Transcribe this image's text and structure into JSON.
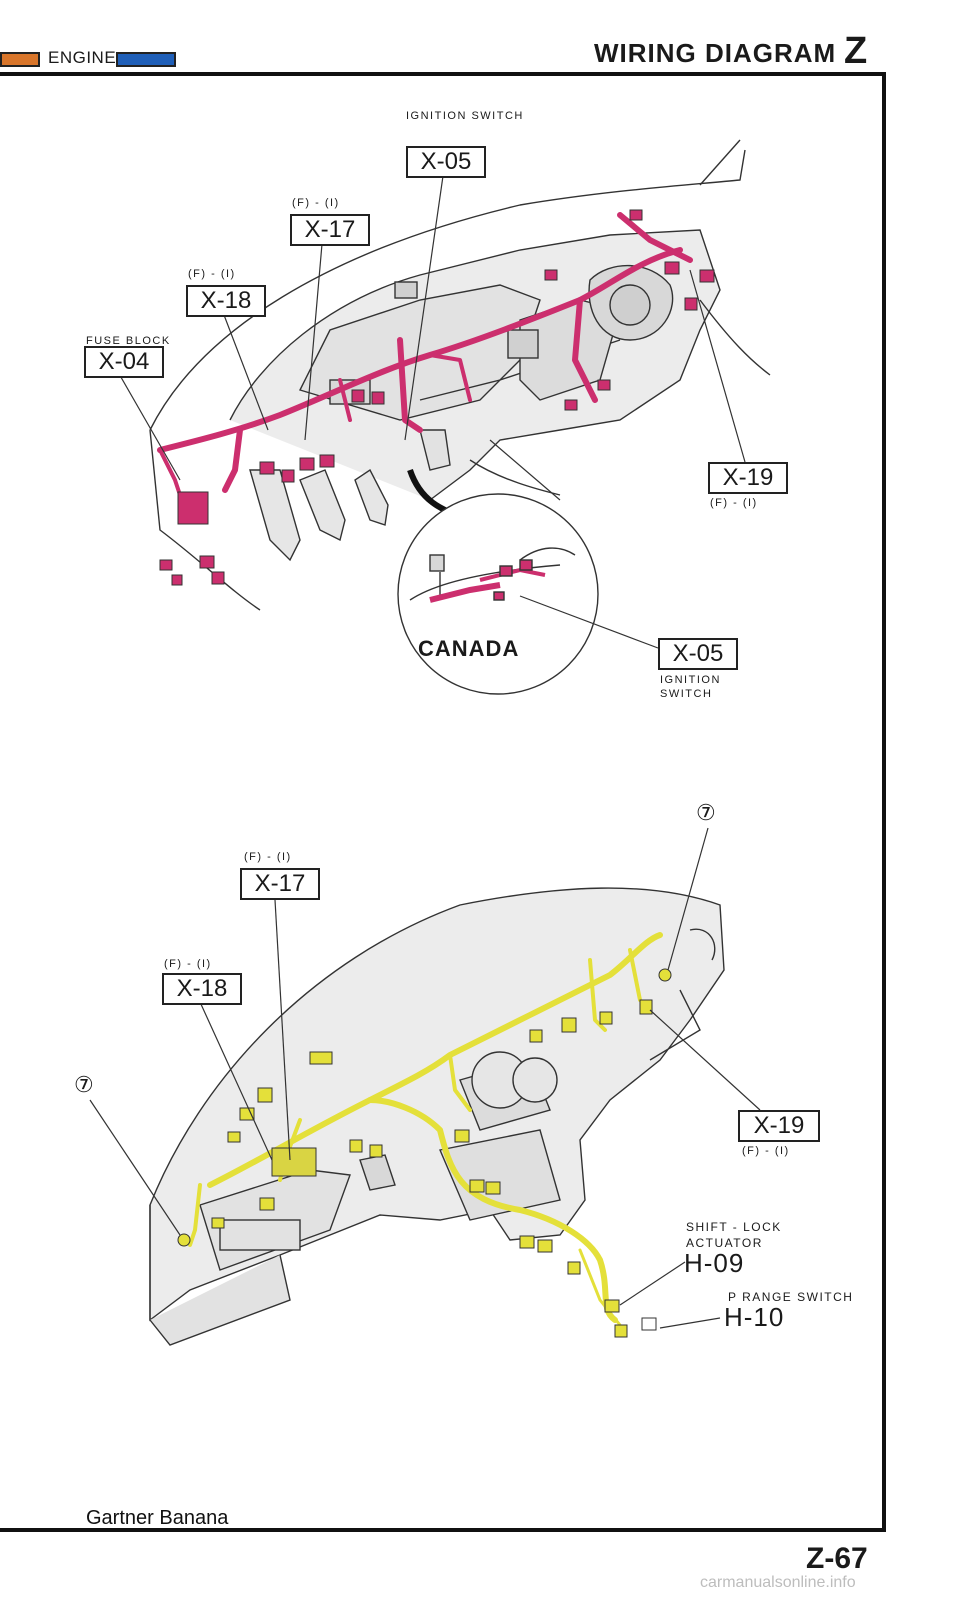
{
  "header": {
    "section": "ENGINE",
    "title": "WIRING DIAGRAM",
    "letter": "Z",
    "colors": {
      "orange_tab": "#d9762b",
      "blue_tab": "#1f5fb8"
    }
  },
  "top_diagram": {
    "harness_color": "#cc2f6e",
    "ignition_switch": {
      "label": "IGNITION SWITCH",
      "code": "X-05"
    },
    "x17": {
      "note": "(F) - (I)",
      "code": "X-17"
    },
    "x18": {
      "note": "(F) - (I)",
      "code": "X-18"
    },
    "fuse_block": {
      "label": "FUSE BLOCK",
      "code": "X-04"
    },
    "x19": {
      "code": "X-19",
      "note": "(F) - (I)"
    },
    "canada": "CANADA",
    "canada_switch": {
      "code": "X-05",
      "label": "IGNITION SWITCH"
    }
  },
  "bottom_diagram": {
    "harness_color": "#e4e03a",
    "ground_marker": "⑦",
    "x17": {
      "note": "(F) - (I)",
      "code": "X-17"
    },
    "x18": {
      "note": "(F) - (I)",
      "code": "X-18"
    },
    "x19": {
      "code": "X-19",
      "note": "(F) - (I)"
    },
    "shift_lock": {
      "label1": "SHIFT - LOCK",
      "label2": "ACTUATOR",
      "code": "H-09"
    },
    "p_range": {
      "label": "P RANGE SWITCH",
      "code": "H-10"
    }
  },
  "footer": {
    "page": "Z-67",
    "watermark": "Gartner Banana",
    "site": "carmanualsonline.info"
  }
}
